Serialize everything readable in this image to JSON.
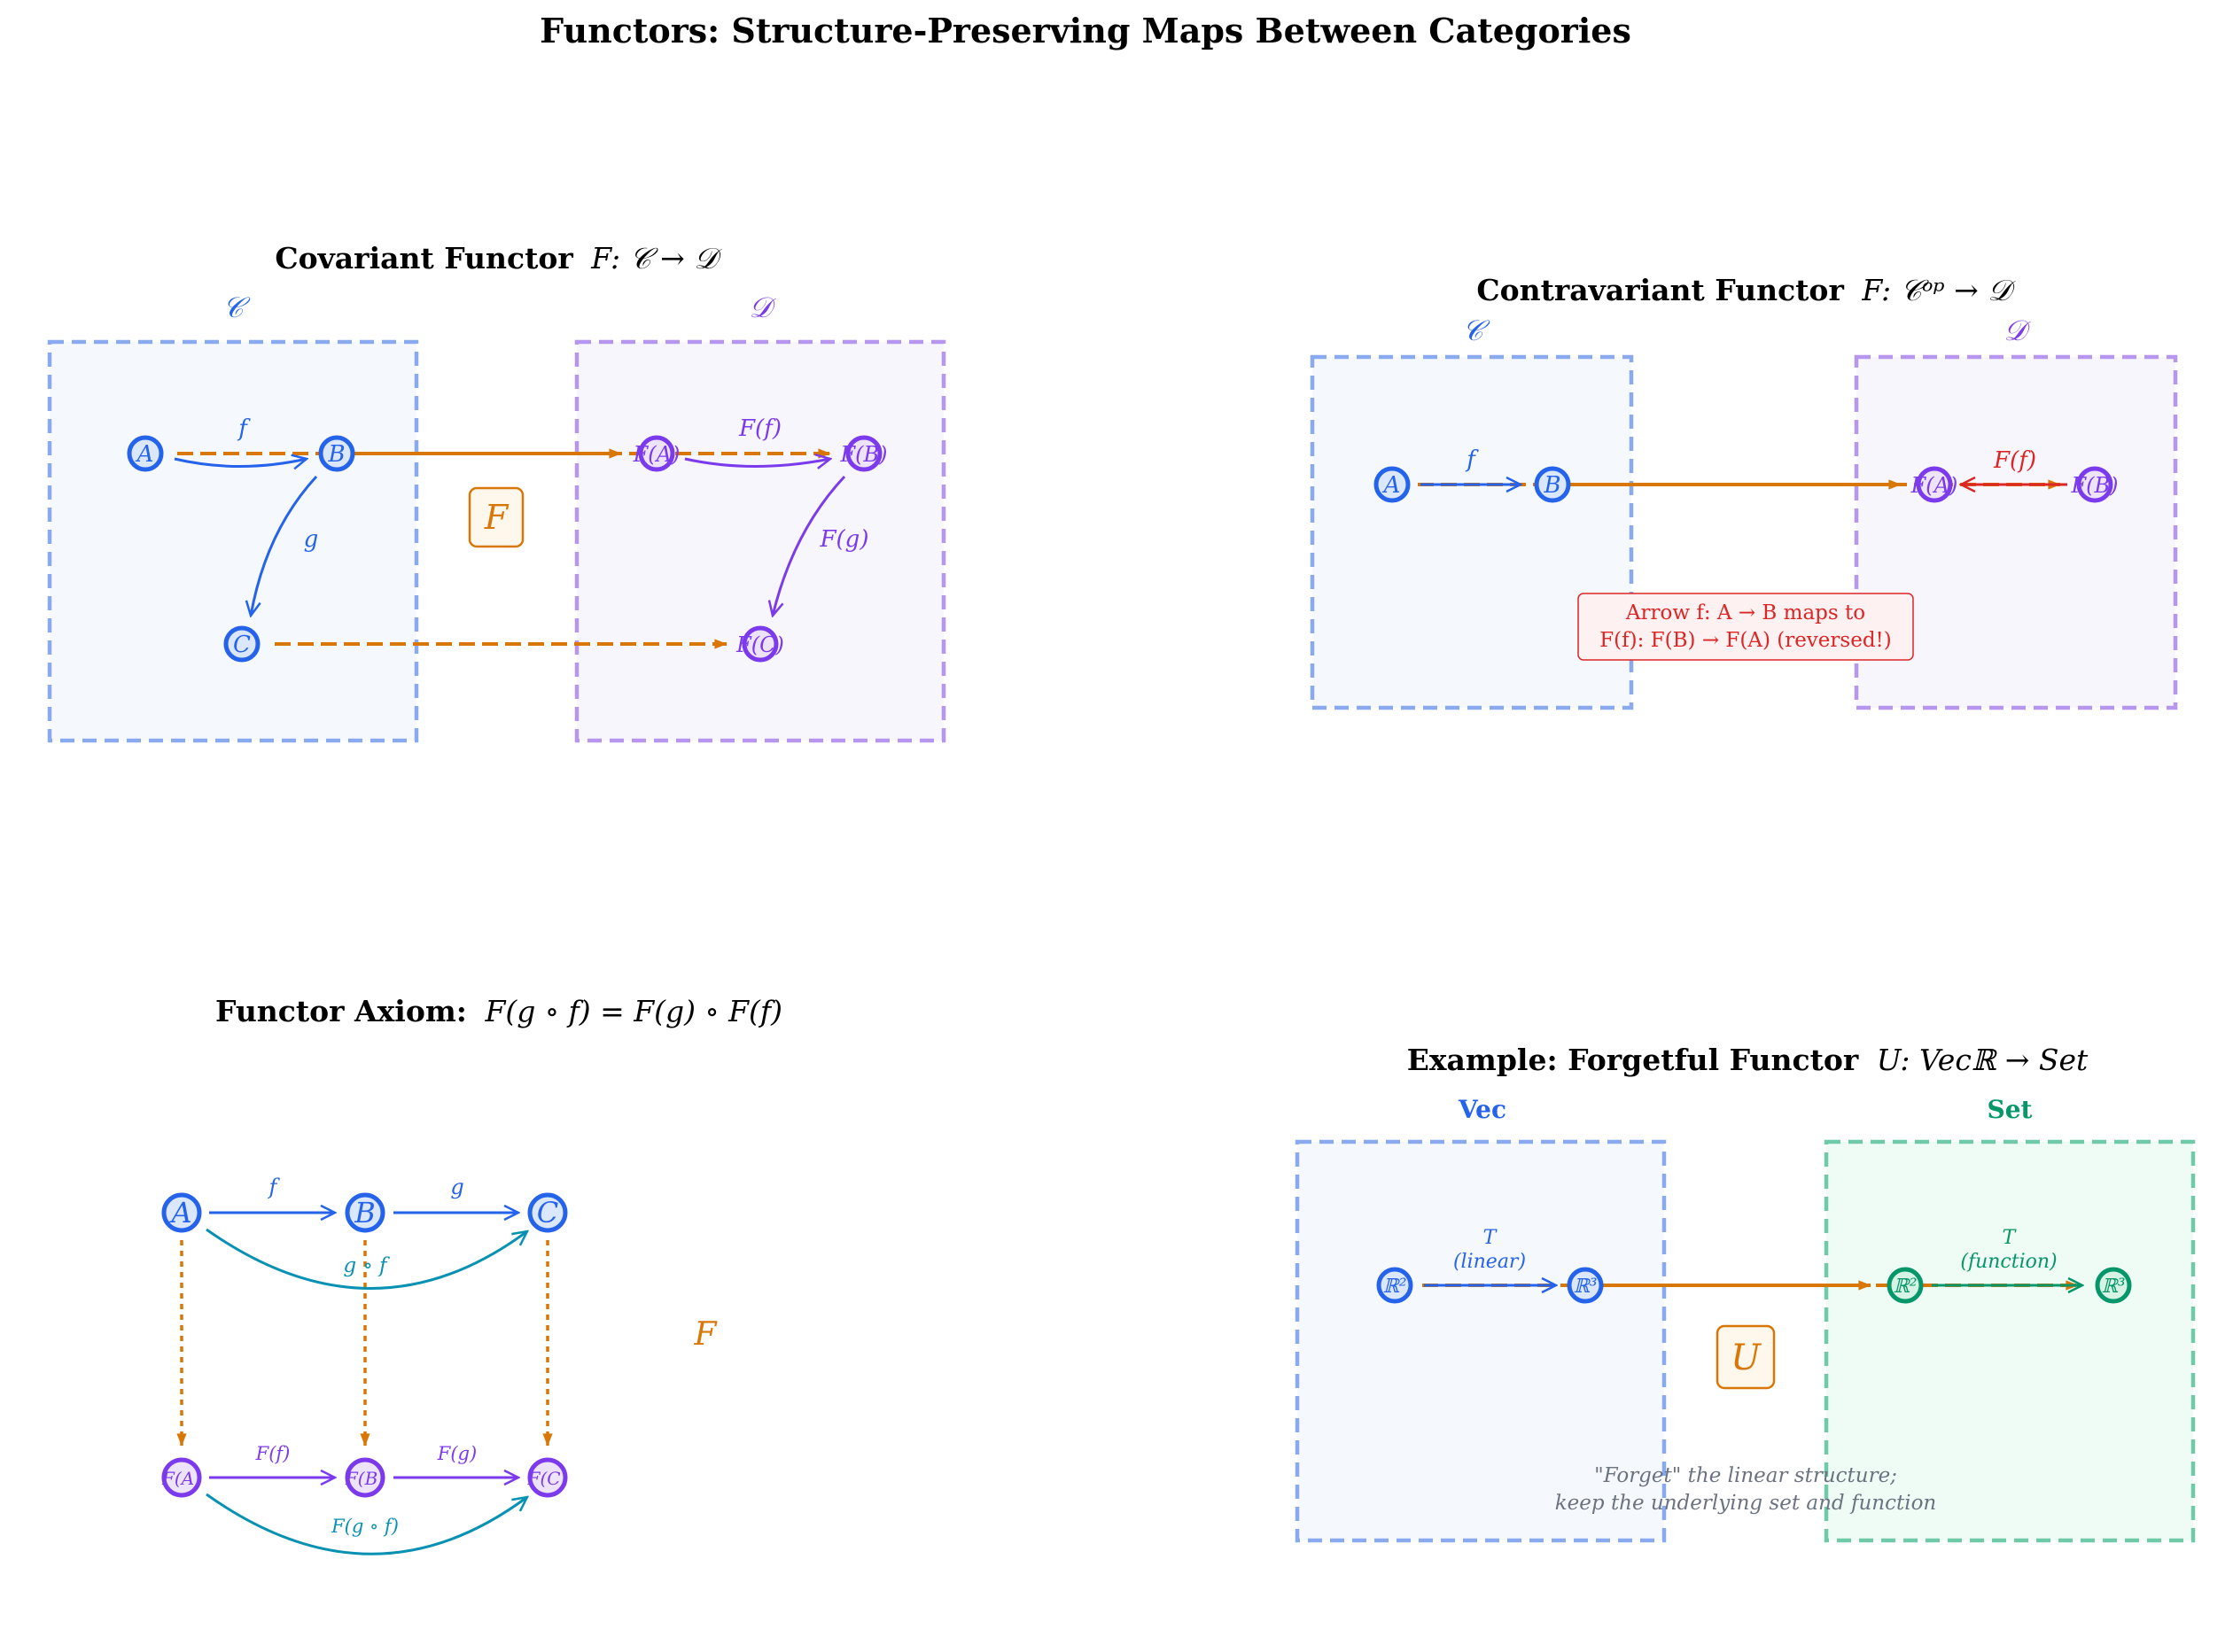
{
  "title": "Functors: Structure-Preserving Maps Between Categories",
  "colors": {
    "blue": "#2563eb",
    "purple": "#7c3aed",
    "orange": "#d97706",
    "teal": "#0891b2",
    "green": "#059669",
    "red": "#dc2626",
    "gray": "#6b7280"
  },
  "covariant": {
    "title_bold": "Covariant Functor",
    "title_math": "F: 𝒞 → 𝒟",
    "cat_c": "𝒞",
    "cat_d": "𝒟",
    "objects_c": [
      "A",
      "B",
      "C"
    ],
    "objects_d": [
      "F(A)",
      "F(B)",
      "F(C)"
    ],
    "arrow_f": "f",
    "arrow_g": "g",
    "arrow_Ff": "F(f)",
    "arrow_Fg": "F(g)",
    "functor": "F"
  },
  "contravariant": {
    "title_bold": "Contravariant Functor",
    "title_math": "F: 𝒞ᵒᵖ → 𝒟",
    "cat_c": "𝒞",
    "cat_d": "𝒟",
    "objects_c": [
      "A",
      "B"
    ],
    "objects_d": [
      "F(A)",
      "F(B)"
    ],
    "arrow_f": "f",
    "arrow_Ff": "F(f)",
    "note_line1": "Arrow f: A → B maps to",
    "note_line2": "F(f): F(B) → F(A)  (reversed!)"
  },
  "axiom": {
    "title_bold": "Functor Axiom:",
    "title_math": "F(g ∘ f) = F(g) ∘ F(f)",
    "top_objects": [
      "A",
      "B",
      "C"
    ],
    "bottom_objects": [
      "F(A)",
      "F(B)",
      "F(C)"
    ],
    "arrow_f": "f",
    "arrow_g": "g",
    "arrow_gf": "g ∘ f",
    "arrow_Ff": "F(f)",
    "arrow_Fg": "F(g)",
    "arrow_Fgf": "F(g ∘ f)",
    "functor": "F"
  },
  "forgetful": {
    "title_bold": "Example: Forgetful Functor",
    "title_math": "U: Vecℝ → Set",
    "cat_left": "Vec",
    "cat_right": "Set",
    "objects_left": [
      "ℝ²",
      "ℝ³"
    ],
    "objects_right": [
      "ℝ²",
      "ℝ³"
    ],
    "arrow_left_name": "T",
    "arrow_left_desc": "(linear)",
    "arrow_right_name": "T",
    "arrow_right_desc": "(function)",
    "functor": "U",
    "note_line1": "\"Forget\" the linear structure;",
    "note_line2": "keep the underlying set and function"
  }
}
